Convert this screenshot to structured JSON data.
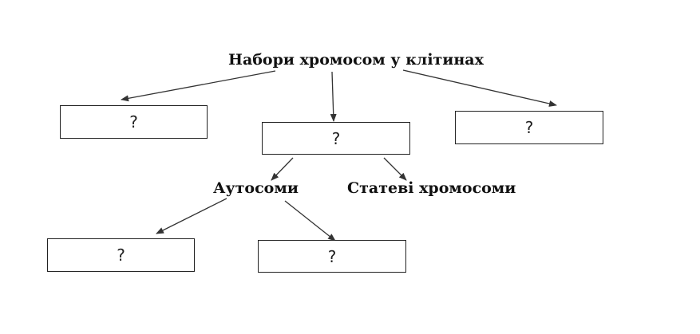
{
  "title": "Набори хромосом у клітинах",
  "nodes": {
    "top_left_box": "?",
    "top_center_box": "?",
    "top_right_box": "?",
    "autosomes_label": "Аутосоми",
    "sex_chromosomes_label": "Статеві хромосоми",
    "bottom_left_box": "?",
    "bottom_center_box": "?"
  }
}
